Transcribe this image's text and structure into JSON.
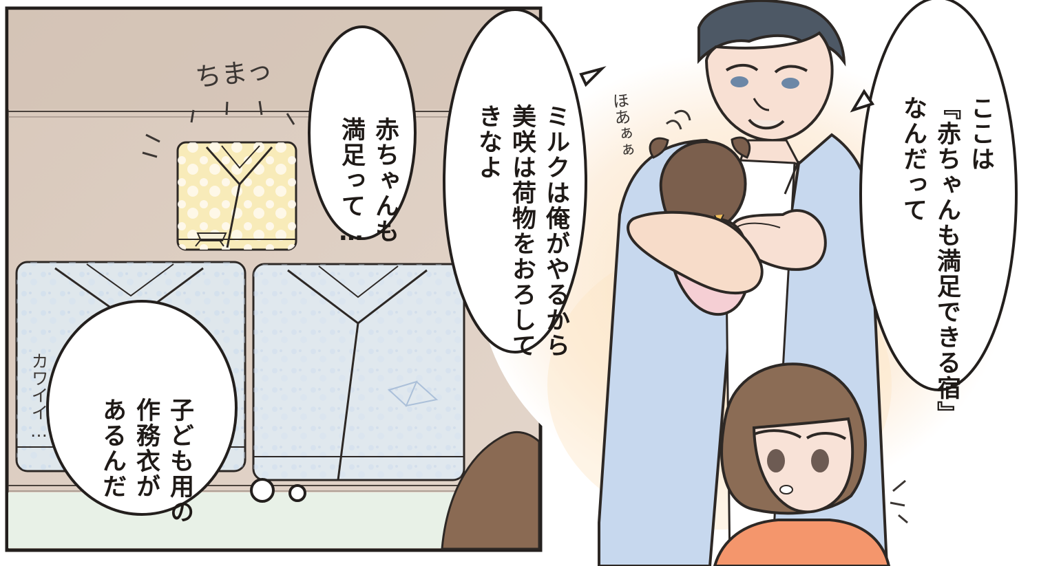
{
  "comic": {
    "panel_left": {
      "sfx_top": "ちまっ",
      "sfx_side": "カワイイ…",
      "bubble_baby": {
        "line1": "赤ちゃんも",
        "line2": "満足って…"
      },
      "bubble_thought": {
        "line1": "子ども用の",
        "line2": "作務衣が",
        "line3": "あるんだ"
      }
    },
    "panel_right": {
      "bubble_milk": {
        "line1": "ミルクは俺がやるから",
        "line2": "美咲は荷物をおろして",
        "line3": "きなよ"
      },
      "sfx_baby": "ほあぁぁ",
      "bubble_inn": {
        "line1": "ここは",
        "line2": "『赤ちゃんも満足できる宿』",
        "line3": "なんだって"
      }
    }
  }
}
